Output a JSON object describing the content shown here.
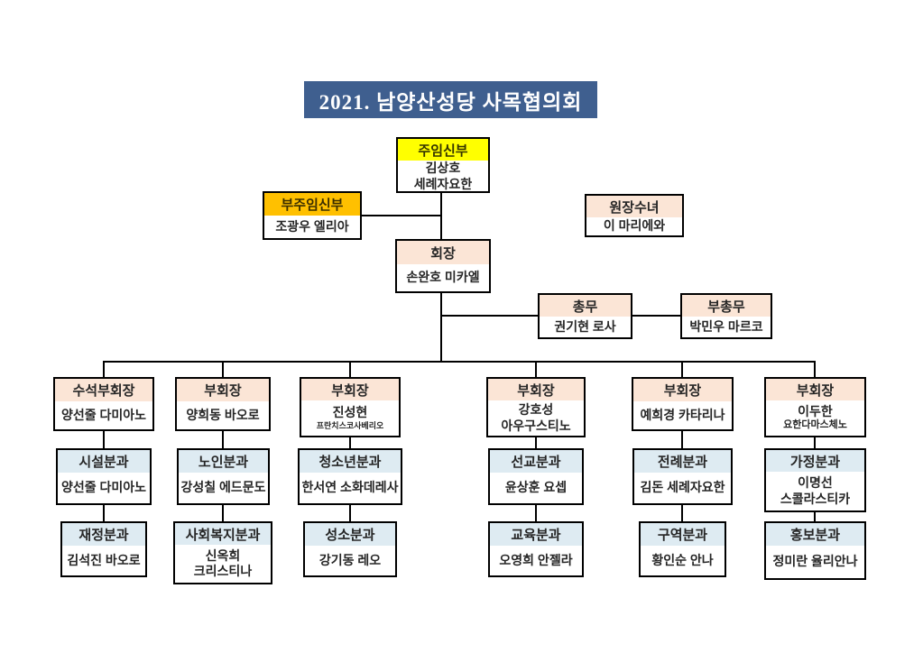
{
  "title": "2021. 남양산성당 사목협의회",
  "colors": {
    "title_bg": "#3F5F8F",
    "title_text": "#FFFFFF",
    "header_yellow": "#FFFF00",
    "header_orange": "#FFC000",
    "header_peach": "#FBE5D6",
    "header_blue": "#DEEBF2",
    "border": "#000000",
    "background": "#FFFFFF"
  },
  "top": {
    "pastor": {
      "title": "주임신부",
      "name": "김상호",
      "name2": "세례자요한"
    },
    "assistant_pastor": {
      "title": "부주임신부",
      "name": "조광우 엘리아"
    },
    "head_sister": {
      "title": "원장수녀",
      "name": "이 마리에와"
    },
    "president": {
      "title": "회장",
      "name": "손완호 미카엘"
    },
    "secretary": {
      "title": "총무",
      "name": "권기현 로사"
    },
    "deputy_secretary": {
      "title": "부총무",
      "name": "박민우 마르코"
    }
  },
  "columns": [
    {
      "vice": {
        "title": "수석부회장",
        "name": "양선줄 다미아노",
        "name2": ""
      },
      "dept1": {
        "title": "시설분과",
        "name": "양선줄 다미아노",
        "name2": ""
      },
      "dept2": {
        "title": "재정분과",
        "name": "김석진 바오로",
        "name2": ""
      }
    },
    {
      "vice": {
        "title": "부회장",
        "name": "양희동 바오로",
        "name2": ""
      },
      "dept1": {
        "title": "노인분과",
        "name": "강성칠 에드문도",
        "name2": ""
      },
      "dept2": {
        "title": "사회복지분과",
        "name": "신옥희",
        "name2": "크리스티나"
      }
    },
    {
      "vice": {
        "title": "부회장",
        "name": "진성현",
        "name2": "프란치스코사베리오"
      },
      "dept1": {
        "title": "청소년분과",
        "name": "한서연 소화데레사",
        "name2": ""
      },
      "dept2": {
        "title": "성소분과",
        "name": "강기동 레오",
        "name2": ""
      }
    },
    {
      "vice": {
        "title": "부회장",
        "name": "강호성",
        "name2": "아우구스티노"
      },
      "dept1": {
        "title": "선교분과",
        "name": "윤상훈 요셉",
        "name2": ""
      },
      "dept2": {
        "title": "교육분과",
        "name": "오영희 안젤라",
        "name2": ""
      }
    },
    {
      "vice": {
        "title": "부회장",
        "name": "예희경 카타리나",
        "name2": ""
      },
      "dept1": {
        "title": "전례분과",
        "name": "김돈 세례자요한",
        "name2": ""
      },
      "dept2": {
        "title": "구역분과",
        "name": "황인순 안나",
        "name2": ""
      }
    },
    {
      "vice": {
        "title": "부회장",
        "name": "이두한",
        "name2": "요한다마스체노"
      },
      "dept1": {
        "title": "가정분과",
        "name": "이명선",
        "name2": "스콜라스티카"
      },
      "dept2": {
        "title": "홍보분과",
        "name": "정미란 율리안나",
        "name2": ""
      }
    }
  ]
}
